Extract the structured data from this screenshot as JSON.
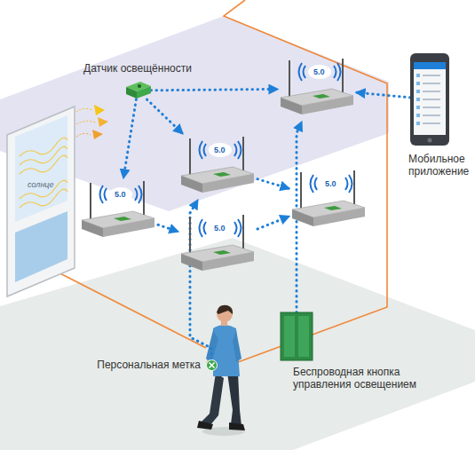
{
  "diagram": {
    "nodes": [
      {
        "text": [
          "Датчик освещённости"
        ]
      },
      {
        "text": [
          "5.0"
        ]
      },
      {
        "text": [
          "Мобильное приложение"
        ]
      },
      {
        "text": [
          "5.0"
        ]
      },
      {
        "text": [
          "5.0"
        ]
      },
      {
        "text": [
          "5.0"
        ]
      },
      {
        "text": [
          "5.0"
        ]
      },
      {
        "text": [
          "Персональная метка"
        ]
      },
      {
        "text": [
          "Беспроводная кнопка управления освещением"
        ]
      }
    ],
    "edges": [
      {
        "from": 0,
        "to": 4,
        "arrow": "to"
      },
      {
        "from": 0,
        "to": 3,
        "arrow": "to"
      },
      {
        "from": 0,
        "to": 1,
        "arrow": "to"
      },
      {
        "from": 2,
        "to": 1,
        "arrow": "to"
      },
      {
        "from": 4,
        "to": 6,
        "arrow": "to"
      },
      {
        "from": 3,
        "to": 5,
        "arrow": "to"
      },
      {
        "from": 6,
        "to": 5,
        "arrow": "to"
      },
      {
        "from": 7,
        "to": 3,
        "arrow": "to"
      },
      {
        "from": 8,
        "to": 1,
        "arrow": "to"
      }
    ],
    "labels": [
      "солнце"
    ]
  }
}
